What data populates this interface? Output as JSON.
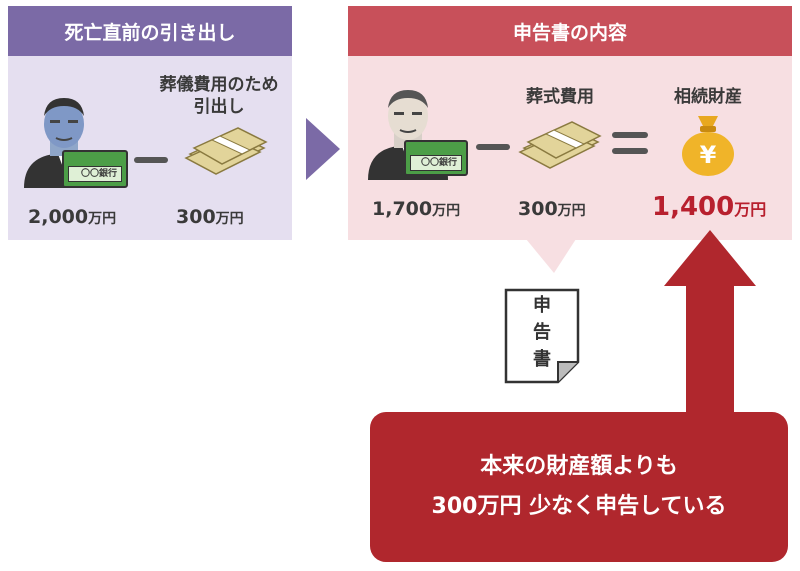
{
  "left_panel": {
    "header": "死亡直前の引き出し",
    "withdrawal_label_line1": "葬儀費用のため",
    "withdrawal_label_line2": "引出し",
    "bank_amount": "2,000",
    "withdrawal_amount": "300",
    "unit": "万円"
  },
  "right_panel": {
    "header": "申告書の内容",
    "funeral_label": "葬式費用",
    "inheritance_label": "相続財産",
    "bank_amount": "1,700",
    "funeral_amount": "300",
    "inheritance_amount": "1,400",
    "unit": "万円"
  },
  "bank_book_text": "〇〇銀行",
  "yen_symbol": "¥",
  "document": {
    "chars": [
      "申",
      "告",
      "書"
    ]
  },
  "callout": {
    "line1": "本来の財産額よりも",
    "line2": "300万円 少なく申告している"
  },
  "colors": {
    "left_header": "#7b6aa6",
    "left_body": "#e5dff0",
    "right_header": "#c8505a",
    "right_body": "#f7dfe2",
    "accent_red": "#b0272d"
  }
}
